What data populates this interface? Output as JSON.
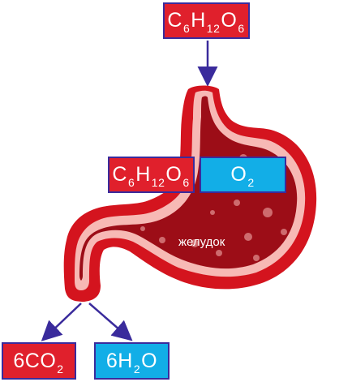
{
  "diagram": {
    "input": {
      "parts": [
        "C",
        "6",
        "H",
        "12",
        "O",
        "6"
      ]
    },
    "inside_left": {
      "parts": [
        "C",
        "6",
        "H",
        "12",
        "O",
        "6"
      ]
    },
    "inside_right": {
      "parts": [
        "O",
        "2"
      ]
    },
    "organ_label": "желудок",
    "output_left": {
      "parts": [
        "6CO",
        "2"
      ]
    },
    "output_right": {
      "parts": [
        "6H",
        "2",
        "O"
      ]
    }
  },
  "colors": {
    "organ_outer": "#d4141e",
    "organ_inner": "#9c0d17",
    "organ_lining": "#f7b9b5",
    "box_red": "#e0202c",
    "box_blue": "#12aee7",
    "arrow": "#3a2b9c"
  }
}
